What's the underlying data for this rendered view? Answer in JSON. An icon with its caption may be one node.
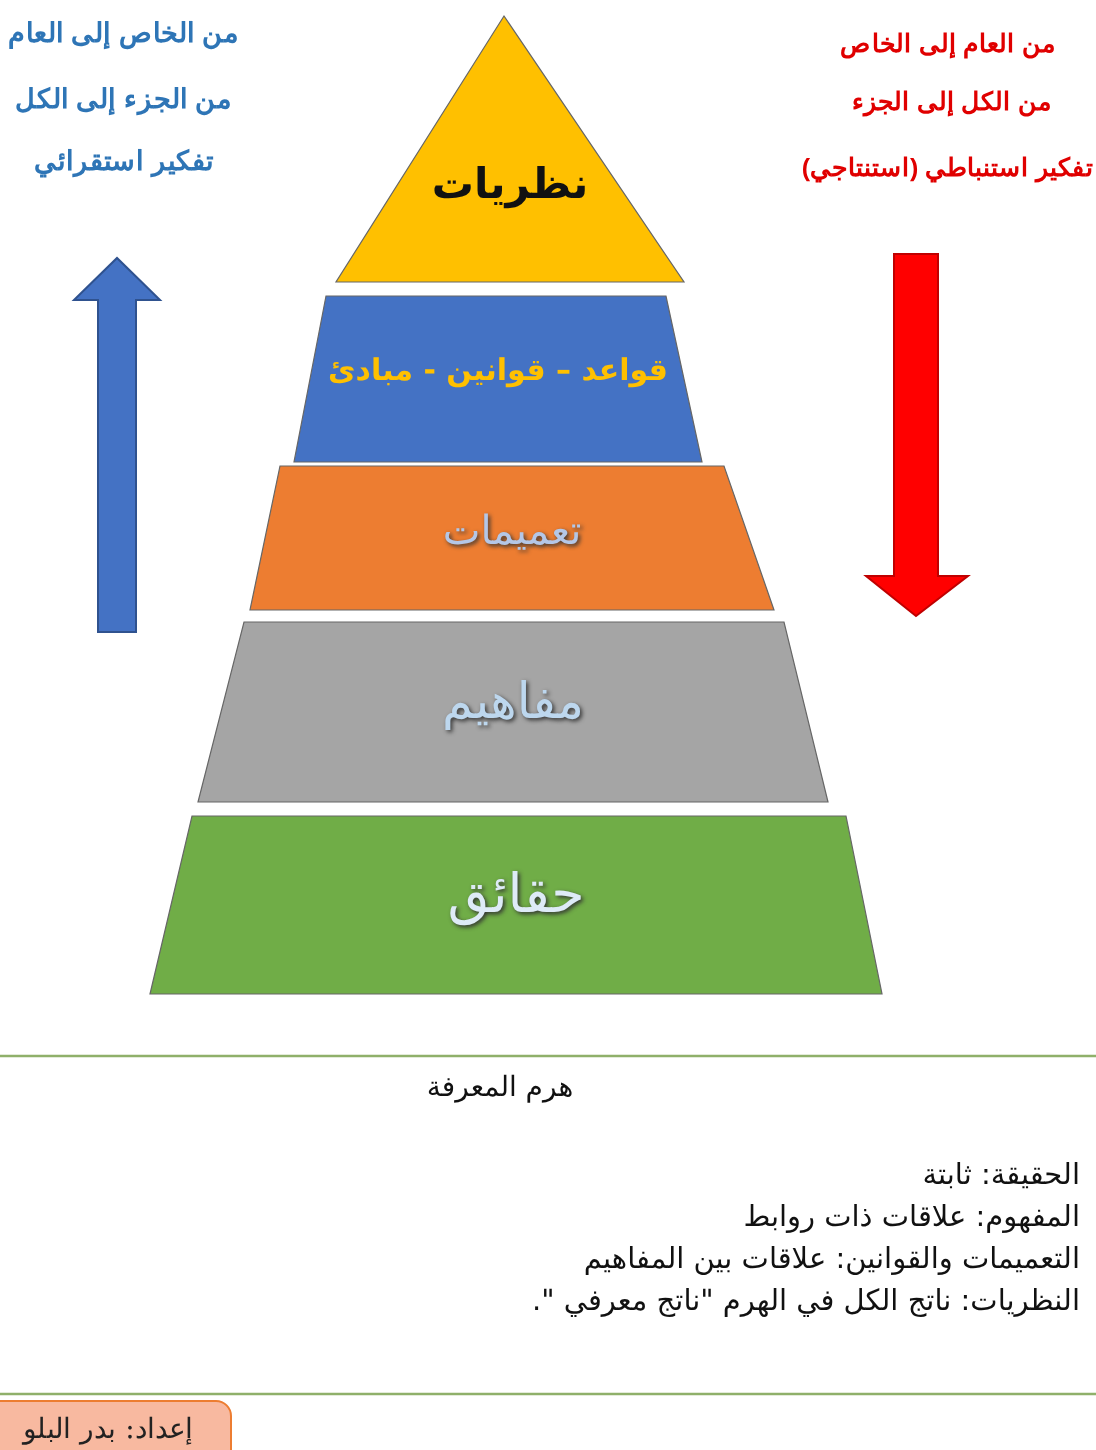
{
  "diagram": {
    "caption": "هرم المعرفة",
    "nodes": [
      {
        "text": [
          "نظريات"
        ]
      },
      {
        "text": [
          "قواعد – قوانين - مبادئ"
        ]
      },
      {
        "text": [
          "تعميمات"
        ]
      },
      {
        "text": [
          "مفاهيم"
        ]
      },
      {
        "text": [
          "حقائق"
        ]
      },
      {
        "text": [
          "إعداد: بدر البلو"
        ]
      }
    ],
    "labels": [
      "من الخاص إلى العام",
      "من الجزء إلى الكل",
      "تفكير استقرائي",
      "من العام إلى الخاص",
      "من الكل إلى الجزء",
      "تفكير استنباطي (استنتاجي)",
      "الحقيقة: ثابتة",
      "المفهوم: علاقات ذات روابط",
      "التعميمات والقوانين: علاقات بين المفاهيم",
      "النظريات: ناتج الكل في الهرم \"ناتج معرفي \"."
    ]
  }
}
